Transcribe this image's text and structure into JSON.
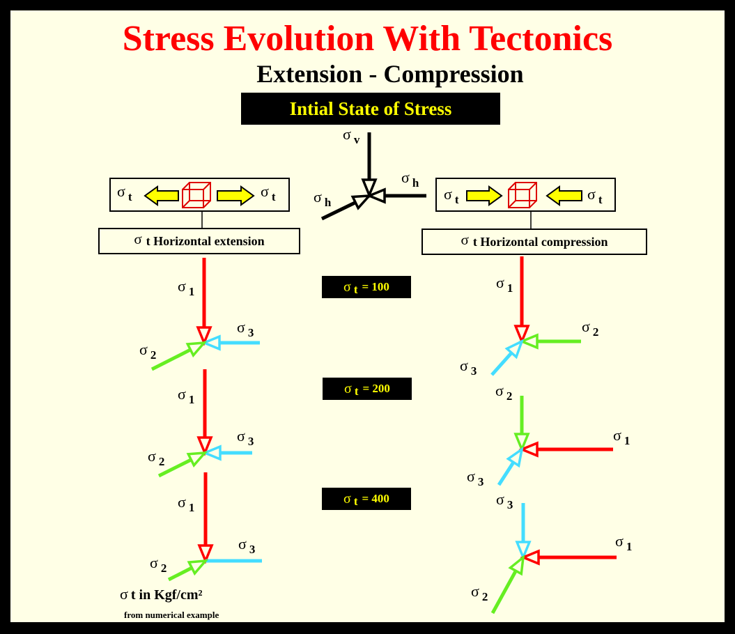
{
  "title": "Stress Evolution With Tectonics",
  "subtitle": "Extension - Compression",
  "initial_state_label": "Intial State of Stress",
  "sigma_symbol": "σ",
  "subs": {
    "v": "v",
    "h": "h",
    "t": "t",
    "one": "1",
    "two": "2",
    "three": "3"
  },
  "extension_label": "Horizontal extension",
  "compression_label": "Horizontal compression",
  "sigma_t_values": [
    "= 100",
    "= 200",
    "= 400"
  ],
  "unit_note": "in Kgf/cm²",
  "from_note": "from numerical example",
  "colors": {
    "frame_background": "#ffffe6",
    "title": "#ff0000",
    "sigma_1": "#ff0000",
    "sigma_2": "#66ee22",
    "sigma_3": "#44ddff",
    "arrow_fill": "#ffff00",
    "cube": "#dd0000"
  },
  "icons": {
    "tension_arrow": "yellow-block-arrow-icon",
    "cube": "wireframe-cube-icon"
  }
}
